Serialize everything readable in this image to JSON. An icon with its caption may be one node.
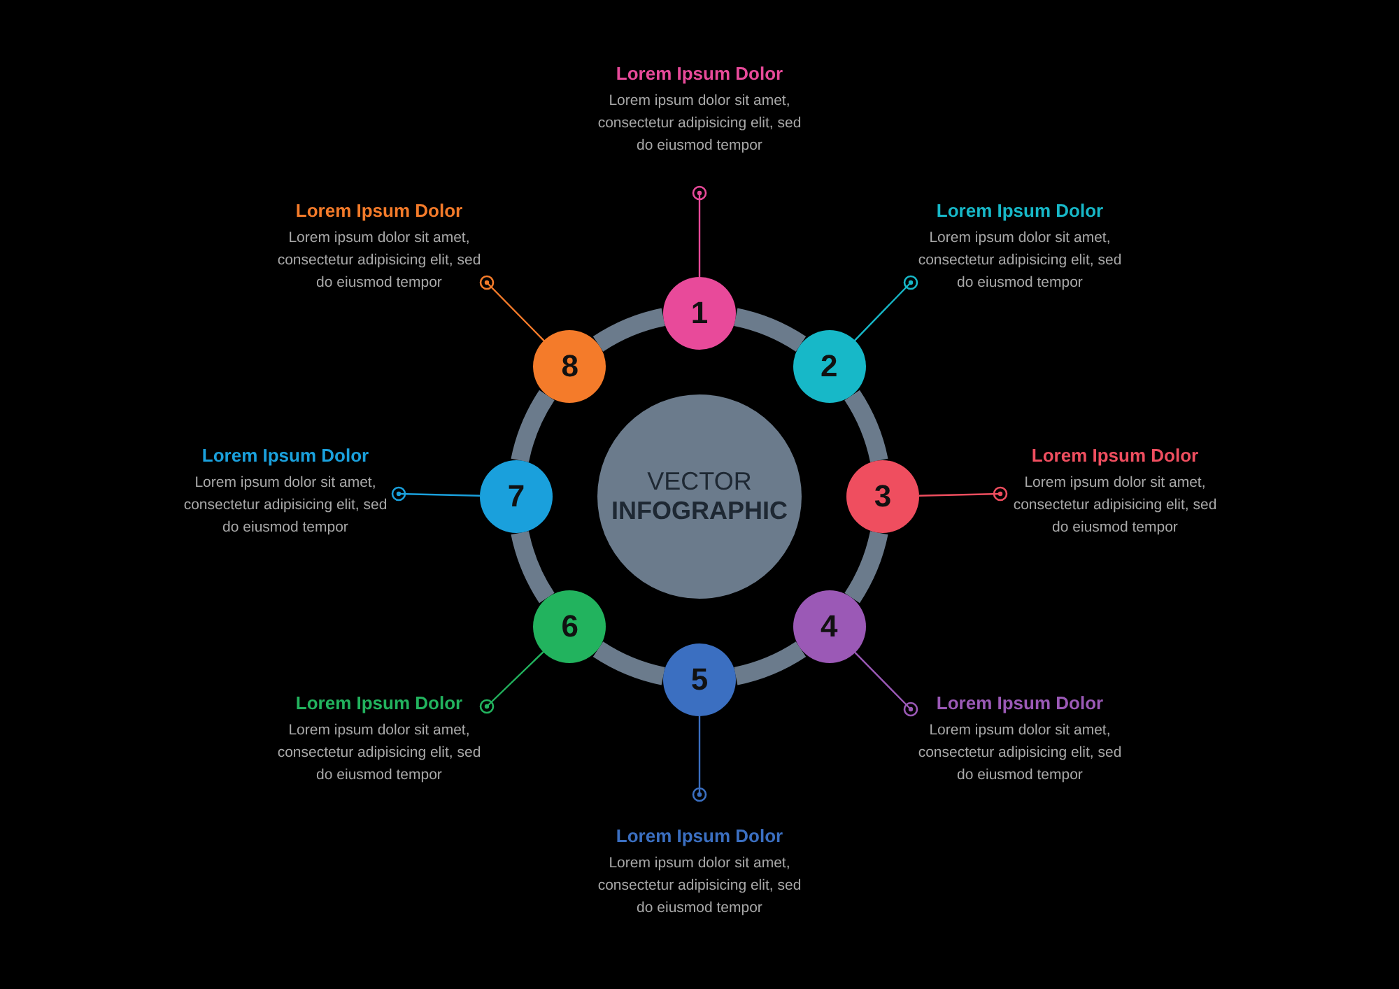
{
  "diagram": {
    "nodes": [
      {
        "text": [
          "VECTOR",
          "INFOGRAPHIC"
        ]
      },
      {
        "text": [
          "1"
        ]
      },
      {
        "text": [
          "2"
        ]
      },
      {
        "text": [
          "3"
        ]
      },
      {
        "text": [
          "4"
        ]
      },
      {
        "text": [
          "5"
        ]
      },
      {
        "text": [
          "6"
        ]
      },
      {
        "text": [
          "7"
        ]
      },
      {
        "text": [
          "8"
        ]
      },
      {
        "text": [
          "Lorem Ipsum Dolor",
          "Lorem ipsum dolor sit amet, consectetur adipisicing elit, sed do eiusmod tempor"
        ]
      },
      {
        "text": [
          "Lorem Ipsum Dolor",
          "Lorem ipsum dolor sit amet, consectetur adipisicing elit, sed do eiusmod tempor"
        ]
      },
      {
        "text": [
          "Lorem Ipsum Dolor",
          "Lorem ipsum dolor sit amet, consectetur adipisicing elit, sed do eiusmod tempor"
        ]
      },
      {
        "text": [
          "Lorem Ipsum Dolor",
          "Lorem ipsum dolor sit amet, consectetur adipisicing elit, sed do eiusmod tempor"
        ]
      },
      {
        "text": [
          "Lorem Ipsum Dolor",
          "Lorem ipsum dolor sit amet, consectetur adipisicing elit, sed do eiusmod tempor"
        ]
      },
      {
        "text": [
          "Lorem Ipsum Dolor",
          "Lorem ipsum dolor sit amet, consectetur adipisicing elit, sed do eiusmod tempor"
        ]
      },
      {
        "text": [
          "Lorem Ipsum Dolor",
          "Lorem ipsum dolor sit amet, consectetur adipisicing elit, sed do eiusmod tempor"
        ]
      },
      {
        "text": [
          "Lorem Ipsum Dolor",
          "Lorem ipsum dolor sit amet, consectetur adipisicing elit, sed do eiusmod tempor"
        ]
      }
    ],
    "edges": [
      {
        "from": 1,
        "to": 2,
        "arrow": "none",
        "style": "thick",
        "color": "#6b7b8c"
      },
      {
        "from": 2,
        "to": 3,
        "arrow": "none",
        "style": "thick",
        "color": "#6b7b8c"
      },
      {
        "from": 3,
        "to": 4,
        "arrow": "none",
        "style": "thick",
        "color": "#6b7b8c"
      },
      {
        "from": 4,
        "to": 5,
        "arrow": "none",
        "style": "thick",
        "color": "#6b7b8c"
      },
      {
        "from": 5,
        "to": 6,
        "arrow": "none",
        "style": "thick",
        "color": "#6b7b8c"
      },
      {
        "from": 6,
        "to": 7,
        "arrow": "none",
        "style": "thick",
        "color": "#6b7b8c"
      },
      {
        "from": 7,
        "to": 8,
        "arrow": "none",
        "style": "thick",
        "color": "#6b7b8c"
      },
      {
        "from": 8,
        "to": 1,
        "arrow": "none",
        "style": "thick",
        "color": "#6b7b8c"
      },
      {
        "from": 9,
        "to": 1,
        "arrow": "other",
        "color": "#e84a9a"
      },
      {
        "from": 10,
        "to": 2,
        "arrow": "other",
        "color": "#17b8c8"
      },
      {
        "from": 11,
        "to": 3,
        "arrow": "other",
        "color": "#ef4e5f"
      },
      {
        "from": 12,
        "to": 4,
        "arrow": "other",
        "color": "#9b59b6"
      },
      {
        "from": 13,
        "to": 5,
        "arrow": "other",
        "color": "#3b6fc1"
      },
      {
        "from": 14,
        "to": 6,
        "arrow": "other",
        "color": "#22b35e"
      },
      {
        "from": 15,
        "to": 7,
        "arrow": "other",
        "color": "#1aa0dc"
      },
      {
        "from": 16,
        "to": 8,
        "arrow": "other",
        "color": "#f47b2a"
      }
    ]
  }
}
